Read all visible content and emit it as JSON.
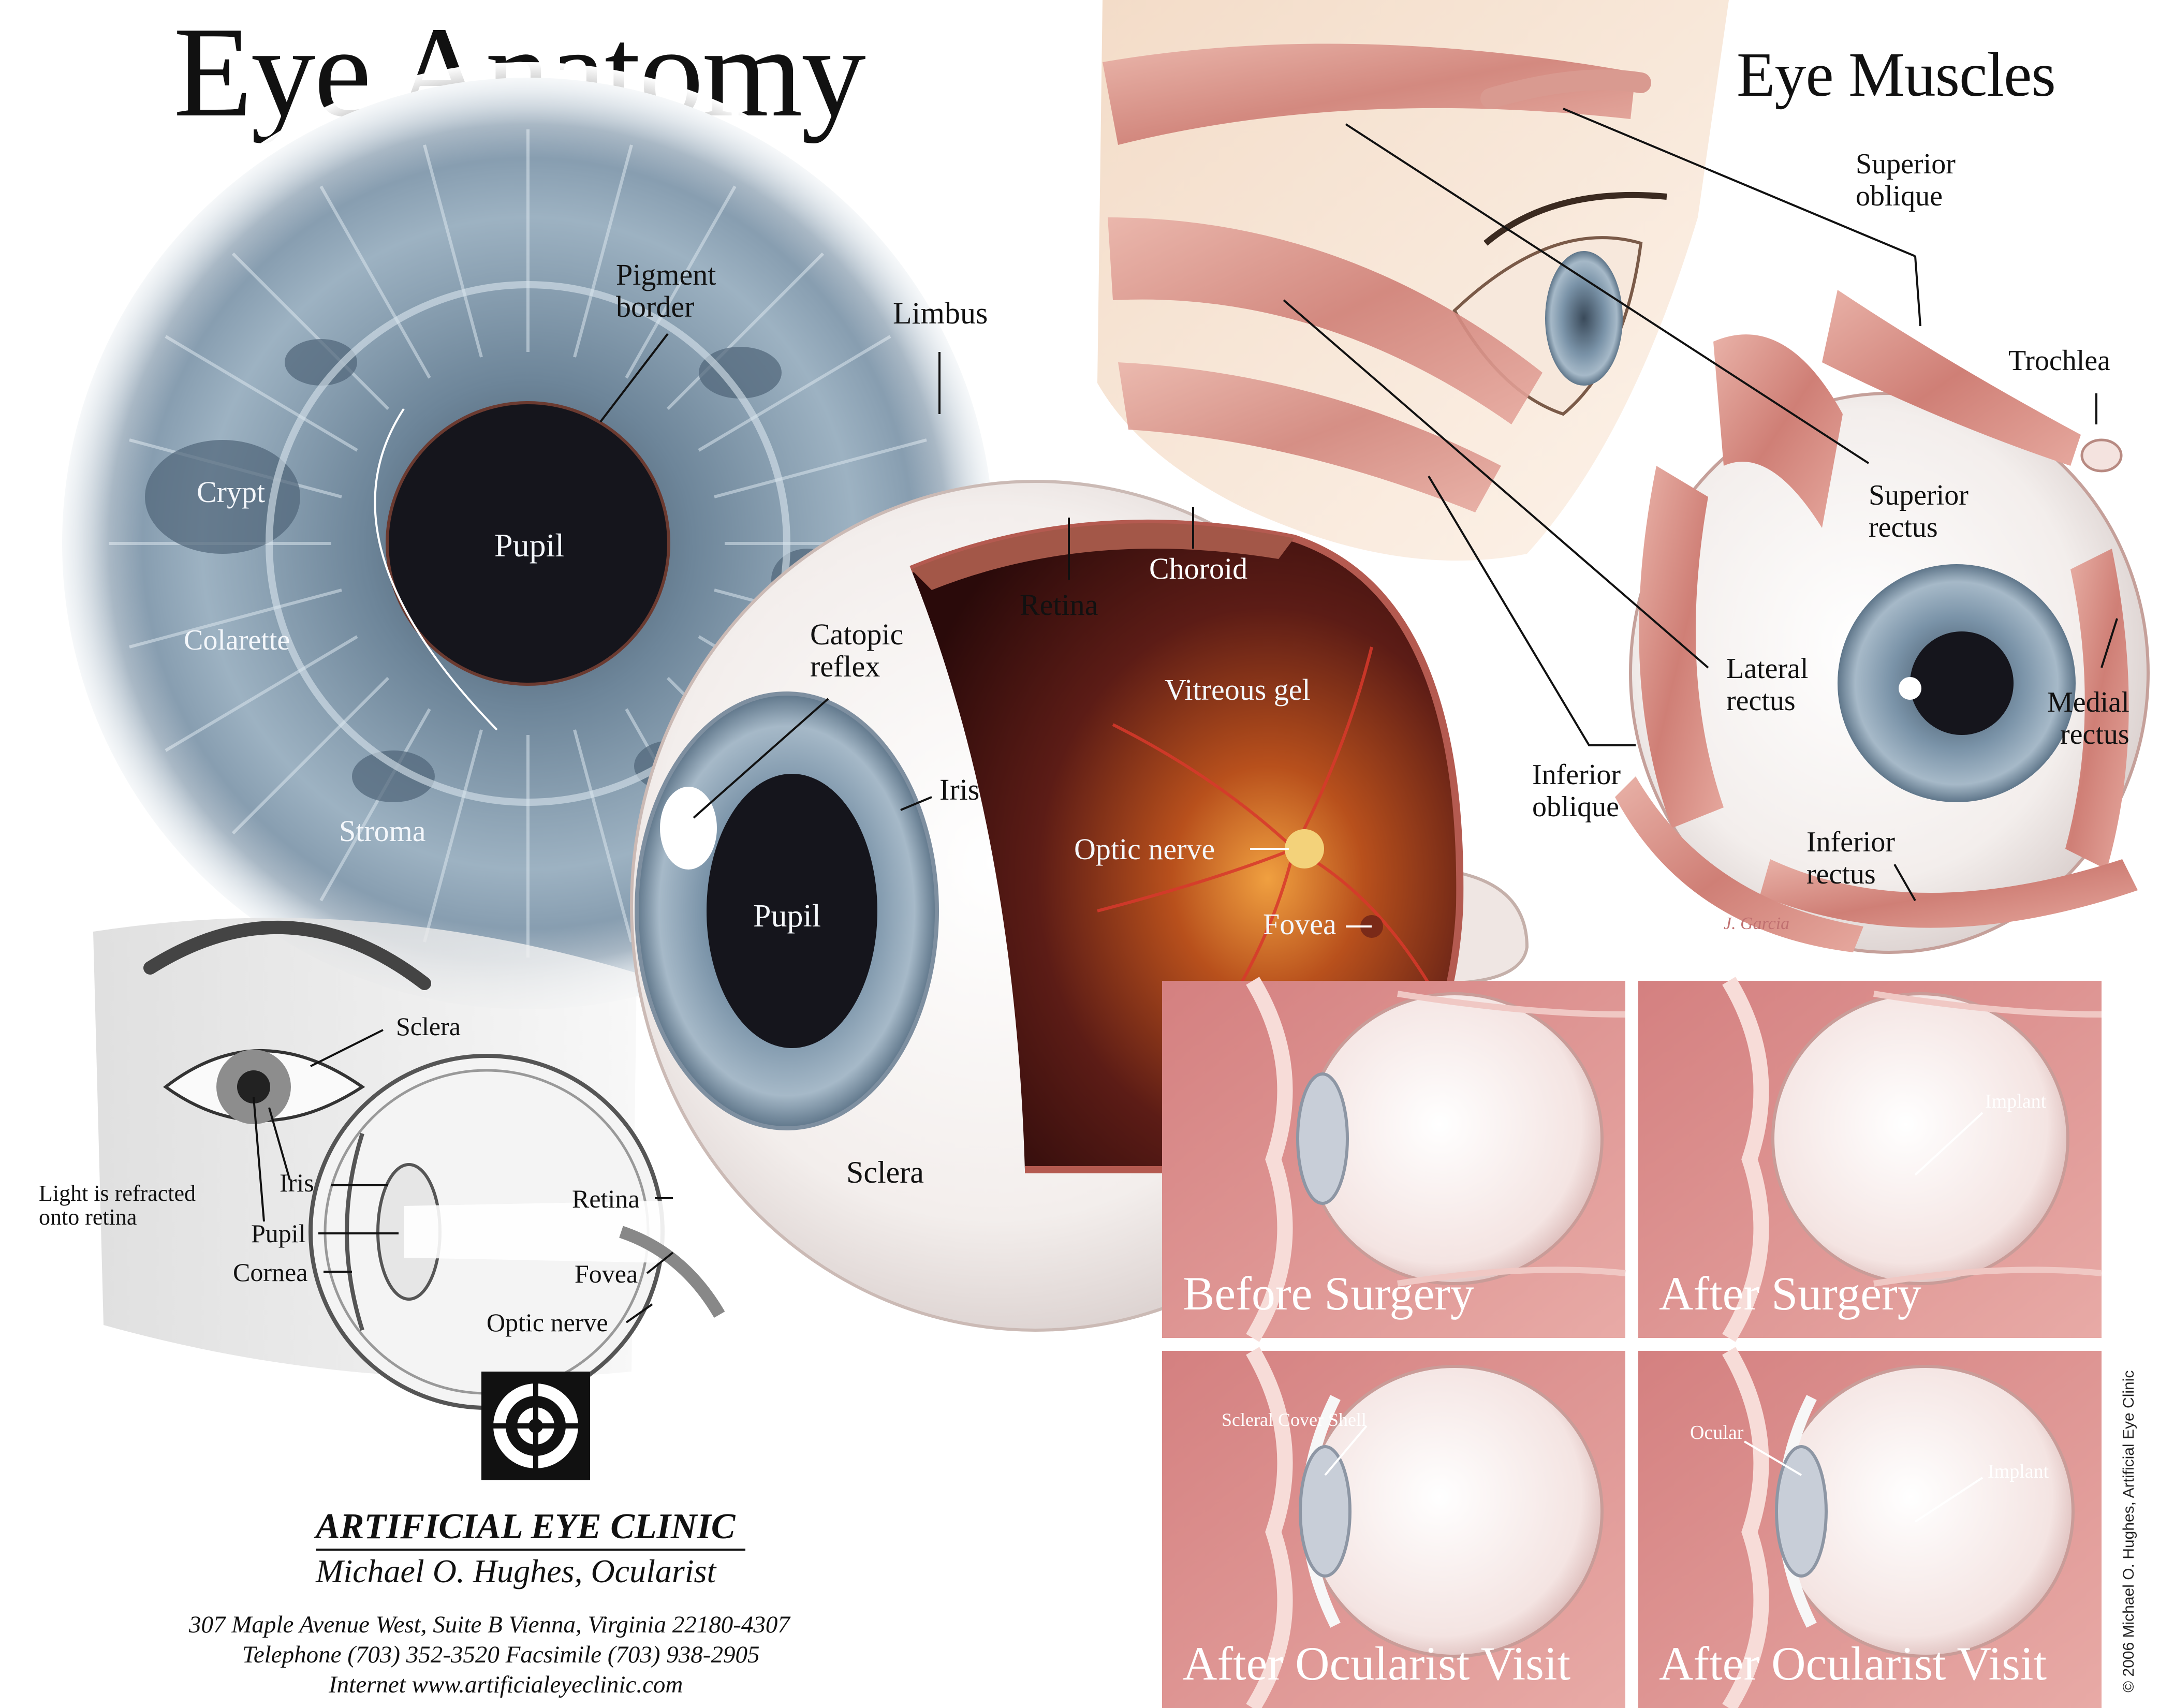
{
  "titles": {
    "main": "Eye Anatomy",
    "muscles": "Eye Muscles"
  },
  "iris": {
    "pigment_border": [
      "Pigment",
      "border"
    ],
    "limbus": "Limbus",
    "crypt": "Crypt",
    "pupil": "Pupil",
    "colarette": "Colarette",
    "stroma": "Stroma"
  },
  "globe": {
    "catopic_reflex": [
      "Catopic",
      "reflex"
    ],
    "retina": "Retina",
    "choroid": "Choroid",
    "vitreous_gel": "Vitreous gel",
    "iris": "Iris",
    "optic_nerve": "Optic nerve",
    "fovea": "Fovea",
    "pupil": "Pupil",
    "sclera": "Sclera"
  },
  "muscles": {
    "superior_oblique": [
      "Superior",
      "oblique"
    ],
    "trochlea": "Trochlea",
    "superior_rectus": [
      "Superior",
      "rectus"
    ],
    "lateral_rectus": [
      "Lateral",
      "rectus"
    ],
    "medial_rectus": [
      "Medial",
      "rectus"
    ],
    "inferior_oblique": [
      "Inferior",
      "oblique"
    ],
    "inferior_rectus": [
      "Inferior",
      "rectus"
    ],
    "signature": "J. Garcia"
  },
  "section": {
    "sclera": "Sclera",
    "iris": "Iris",
    "light_note": [
      "Light is refracted",
      "onto retina"
    ],
    "pupil": "Pupil",
    "cornea": "Cornea",
    "retina": "Retina",
    "fovea": "Fovea",
    "optic_nerve": "Optic nerve"
  },
  "panels": [
    {
      "caption": "Before Surgery",
      "labels": []
    },
    {
      "caption": "After Surgery",
      "labels": [
        "Implant"
      ]
    },
    {
      "caption": "After Ocularist Visit",
      "labels": [
        "Scleral Cover Shell"
      ]
    },
    {
      "caption": "After Ocularist Visit",
      "labels": [
        "Ocular",
        "Implant"
      ]
    }
  ],
  "clinic": {
    "name": "ARTIFICIAL EYE CLINIC",
    "person": "Michael O. Hughes, Ocularist",
    "address": "307 Maple Avenue West, Suite B   Vienna, Virginia 22180-4307",
    "phone": "Telephone  (703) 352-3520   Facsimile  (703) 938-2905",
    "web": "Internet  www.artificialeyeclinic.com"
  },
  "copyright": "© 2006 Michael O. Hughes, Artificial Eye Clinic",
  "colors": {
    "iris_blue": "#7f98ac",
    "pupil": "#15151c",
    "muscle": "#d98c84",
    "panel_pink": "#d98e8e",
    "choroid": "#4a1410"
  }
}
